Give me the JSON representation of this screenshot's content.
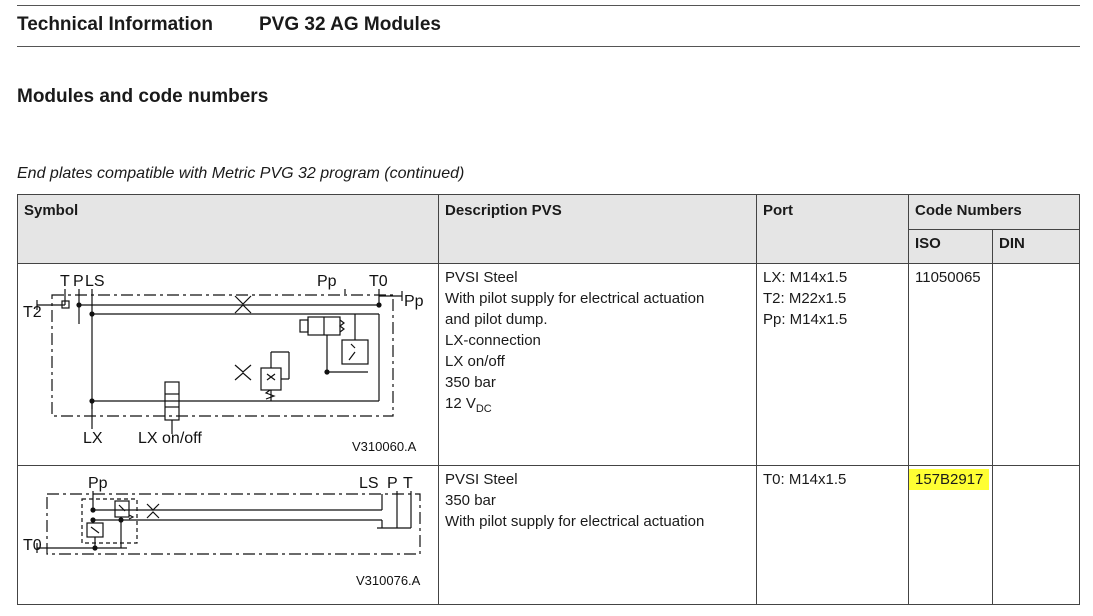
{
  "header": {
    "section": "Technical Information",
    "product": "PVG 32 AG Modules"
  },
  "page_title": "Modules and code numbers",
  "caption": "End plates compatible with Metric PVG 32 program (continued)",
  "table": {
    "columns": {
      "symbol": "Symbol",
      "description": "Description PVS",
      "port": "Port",
      "code_numbers": "Code Numbers",
      "iso": "ISO",
      "din": "DIN"
    },
    "rows": [
      {
        "symbol": {
          "labels": {
            "t": "T",
            "p": "P",
            "ls": "LS",
            "pp_top": "Pp",
            "t0": "T0",
            "t2": "T2",
            "pp_right": "Pp",
            "lx": "LX",
            "lx_onoff": "LX on/off"
          },
          "ref": "V310060.A"
        },
        "description": [
          "PVSI Steel",
          "With pilot supply for electrical actuation",
          "and pilot dump.",
          "LX-connection",
          "LX on/off",
          "350 bar"
        ],
        "voltage": {
          "value": "12 V",
          "subscript": "DC"
        },
        "ports": [
          "LX: M14x1.5",
          "T2: M22x1.5",
          "Pp: M14x1.5"
        ],
        "iso": "11050065",
        "din": ""
      },
      {
        "symbol": {
          "labels": {
            "pp": "Pp",
            "ls": "LS",
            "p": "P",
            "t": "T",
            "t0": "T0"
          },
          "ref": "V310076.A"
        },
        "description": [
          "PVSI Steel",
          "350 bar",
          "With pilot supply for electrical actuation"
        ],
        "ports": [
          "T0: M14x1.5"
        ],
        "iso": "157B2917",
        "din": "",
        "highlight_color": "#ffff33"
      }
    ]
  }
}
